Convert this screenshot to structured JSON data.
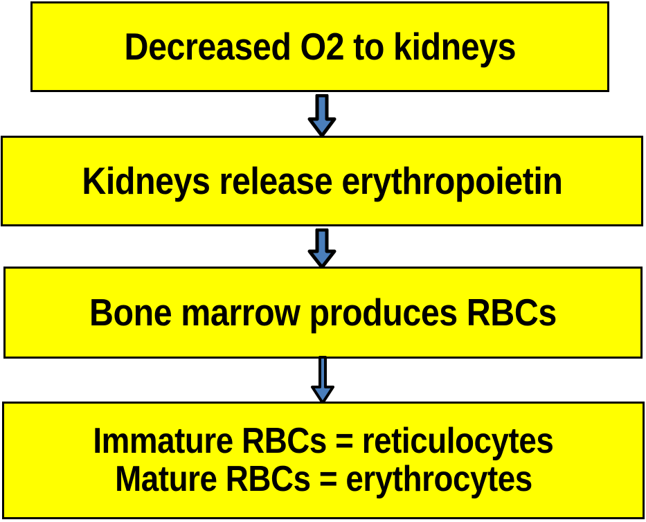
{
  "diagram": {
    "title": "Erythropoiesis regulation flowchart",
    "orientation": "vertical-top-to-bottom",
    "colors": {
      "box_fill": "#ffff00",
      "box_border": "#000000",
      "text": "#000000",
      "arrow_fill": "#4a7ebb",
      "arrow_outline": "#000000",
      "background": "#ffffff"
    },
    "steps": [
      {
        "id": "step-1",
        "lines": [
          "Decreased O2 to kidneys"
        ],
        "line1": "Decreased O2 to kidneys"
      },
      {
        "id": "step-2",
        "lines": [
          "Kidneys release erythropoietin"
        ],
        "line1": "Kidneys release erythropoietin"
      },
      {
        "id": "step-3",
        "lines": [
          "Bone marrow produces RBCs"
        ],
        "line1": "Bone marrow produces RBCs"
      },
      {
        "id": "step-4",
        "lines": [
          "Immature RBCs = reticulocytes",
          "Mature RBCs = erythrocytes"
        ],
        "line1": "Immature RBCs = reticulocytes",
        "line2": "Mature RBCs = erythrocytes"
      }
    ],
    "connectors": [
      {
        "id": "arrow-1",
        "from": "step-1",
        "to": "step-2",
        "icon": "down-arrow-icon"
      },
      {
        "id": "arrow-2",
        "from": "step-2",
        "to": "step-3",
        "icon": "down-arrow-icon"
      },
      {
        "id": "arrow-3",
        "from": "step-3",
        "to": "step-4",
        "icon": "down-arrow-icon"
      }
    ]
  }
}
